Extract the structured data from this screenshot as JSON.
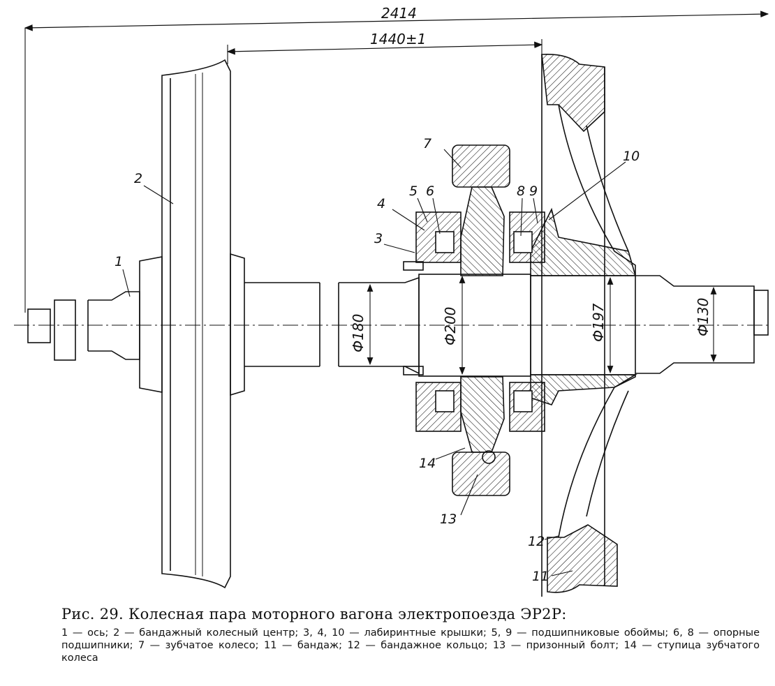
{
  "dimensions": {
    "overall": "2414",
    "gauge": "1440±1",
    "d_axle_body": "Ф180",
    "d_gear_seat": "Ф200",
    "d_wheel_seat": "Ф197",
    "d_journal": "Ф130"
  },
  "callouts": [
    {
      "number": "1"
    },
    {
      "number": "2"
    },
    {
      "number": "3"
    },
    {
      "number": "4"
    },
    {
      "number": "5"
    },
    {
      "number": "6"
    },
    {
      "number": "7"
    },
    {
      "number": "8"
    },
    {
      "number": "9"
    },
    {
      "number": "10"
    },
    {
      "number": "11"
    },
    {
      "number": "12"
    },
    {
      "number": "13"
    },
    {
      "number": "14"
    }
  ],
  "caption": {
    "title": "Рис. 29. Колесная пара моторного вагона электропоезда ЭР2Р:",
    "legend": "1 — ось; 2 — бандажный колесный центр; 3, 4, 10 — лабиринтные крышки; 5, 9 — подшипниковые обоймы; 6, 8 — опорные подшипники; 7 — зубчатое колесо; 11 — бандаж; 12 — бандажное кольцо; 13 — призонный болт; 14 — ступица зубчатого колеса"
  }
}
